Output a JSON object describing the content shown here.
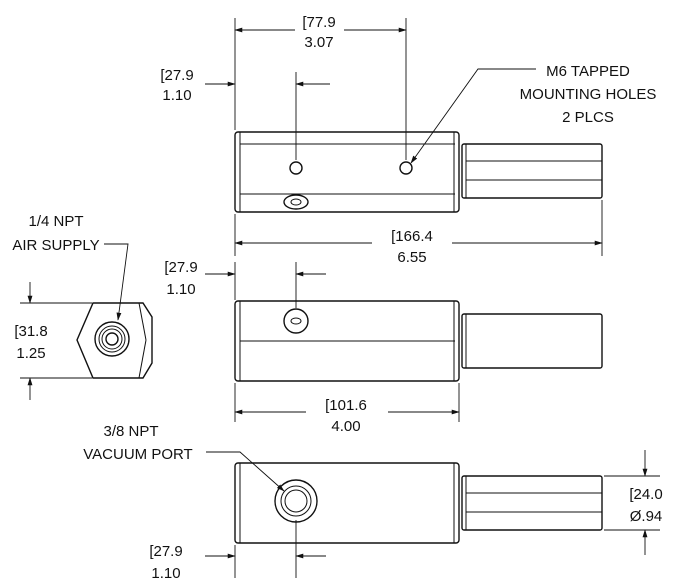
{
  "callouts": {
    "m6": [
      "M6 TAPPED",
      "MOUNTING HOLES",
      "2 PLCS"
    ],
    "air": [
      "1/4 NPT",
      "AIR SUPPLY"
    ],
    "vacuum": [
      "3/8 NPT",
      "VACUUM PORT"
    ]
  },
  "dims": {
    "top_hole_spacing": {
      "mm": "[77.9",
      "in": "3.07"
    },
    "top_hole_offset": {
      "mm": "[27.9",
      "in": "1.10"
    },
    "overall_length": {
      "mm": "[166.4",
      "in": "6.55"
    },
    "mid_port_offset": {
      "mm": "[27.9",
      "in": "1.10"
    },
    "body_length": {
      "mm": "[101.6",
      "in": "4.00"
    },
    "end_hex_size": {
      "mm": "[31.8",
      "in": "1.25"
    },
    "bottom_port_offset": {
      "mm": "[27.9",
      "in": "1.10"
    },
    "shaft_diameter": {
      "mm": "[24.0",
      "in": "Ø.94"
    }
  }
}
